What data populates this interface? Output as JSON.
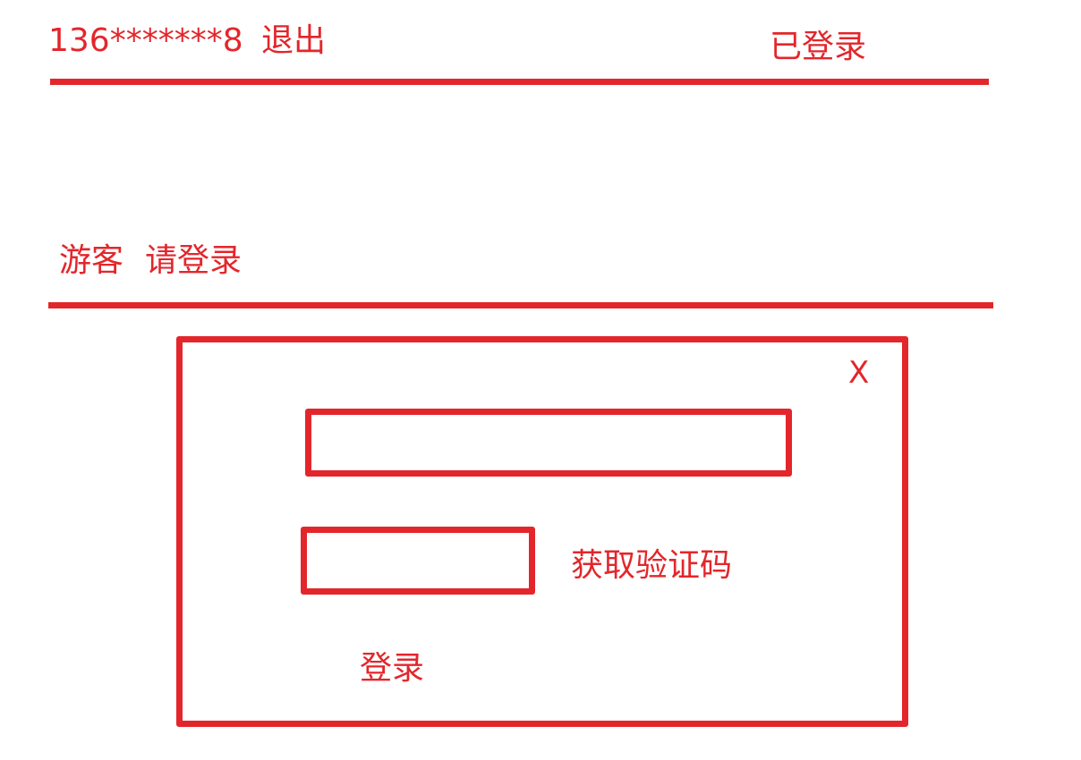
{
  "logged_in_state": {
    "masked_phone": "136*******8",
    "logout_label": "退出",
    "state_caption": "已登录"
  },
  "guest_state": {
    "guest_label": "游客",
    "login_prompt": "请登录"
  },
  "login_dialog": {
    "close_label": "X",
    "phone_input": {
      "value": "",
      "placeholder": ""
    },
    "code_input": {
      "value": "",
      "placeholder": ""
    },
    "get_code_label": "获取验证码",
    "submit_label": "登录"
  },
  "colors": {
    "accent": "#e3262b",
    "background": "#ffffff"
  }
}
